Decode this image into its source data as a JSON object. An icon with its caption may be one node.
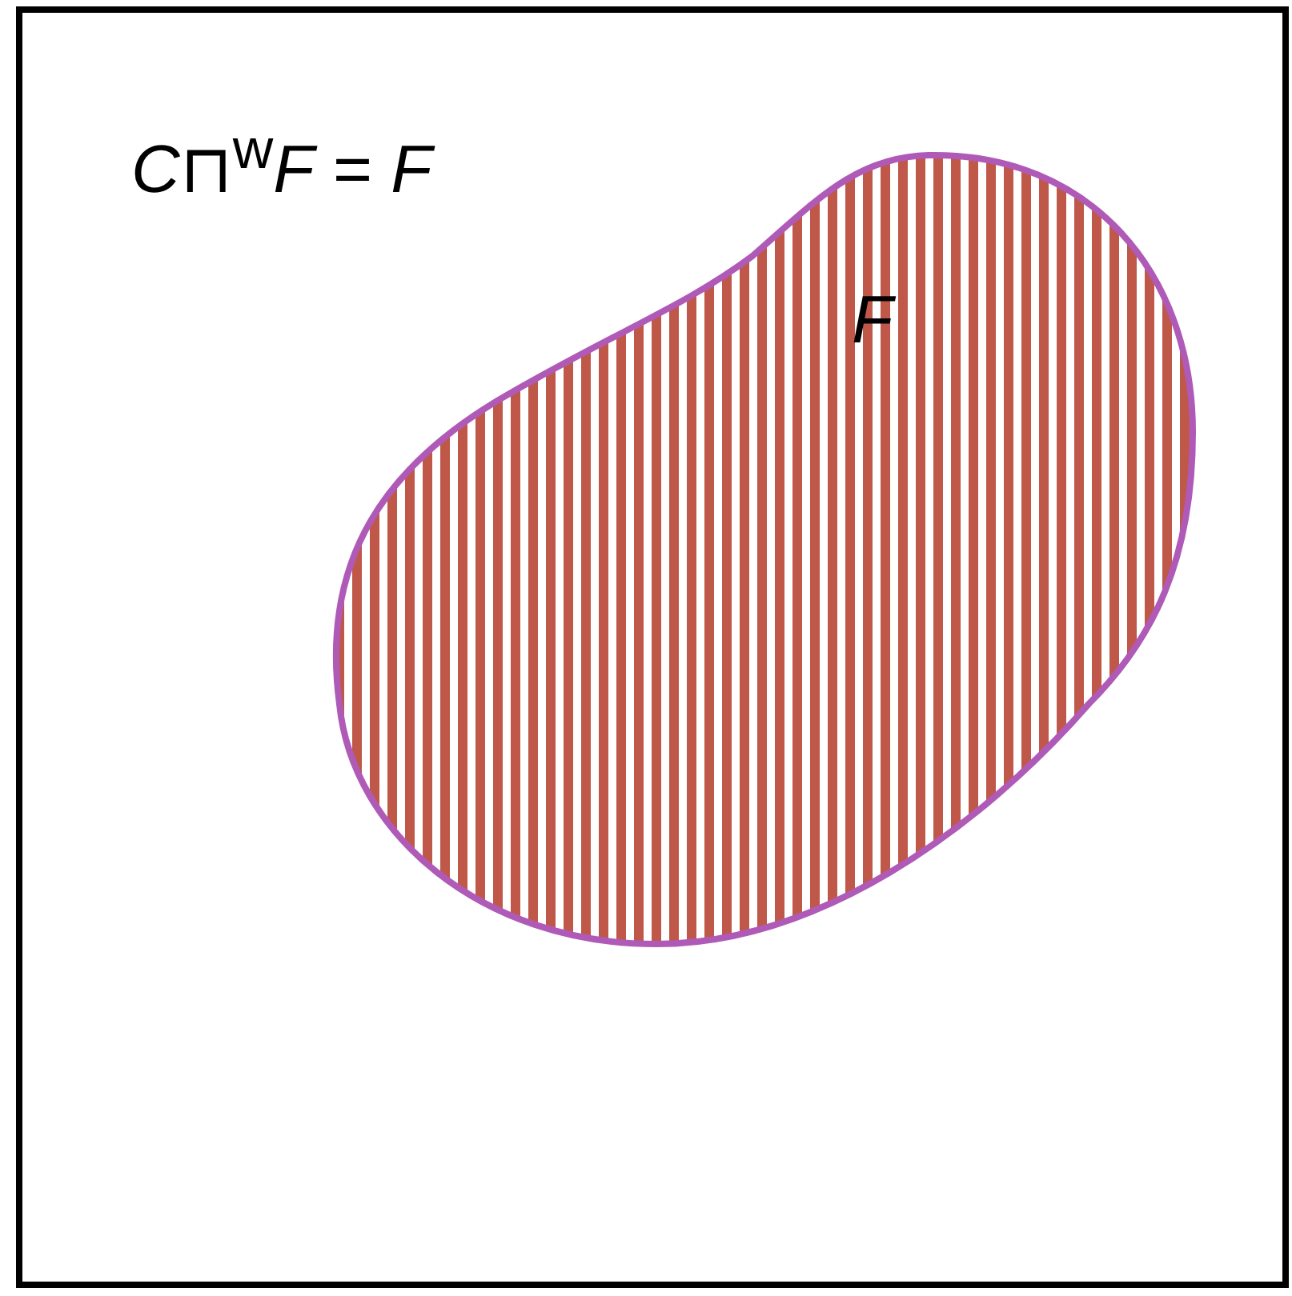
{
  "diagram": {
    "nodes": [
      {
        "text": [
          "*C*⊓$^{w}$*F* = *F*"
        ]
      },
      {
        "text": [
          "F"
        ],
        "in": 0
      }
    ]
  }
}
